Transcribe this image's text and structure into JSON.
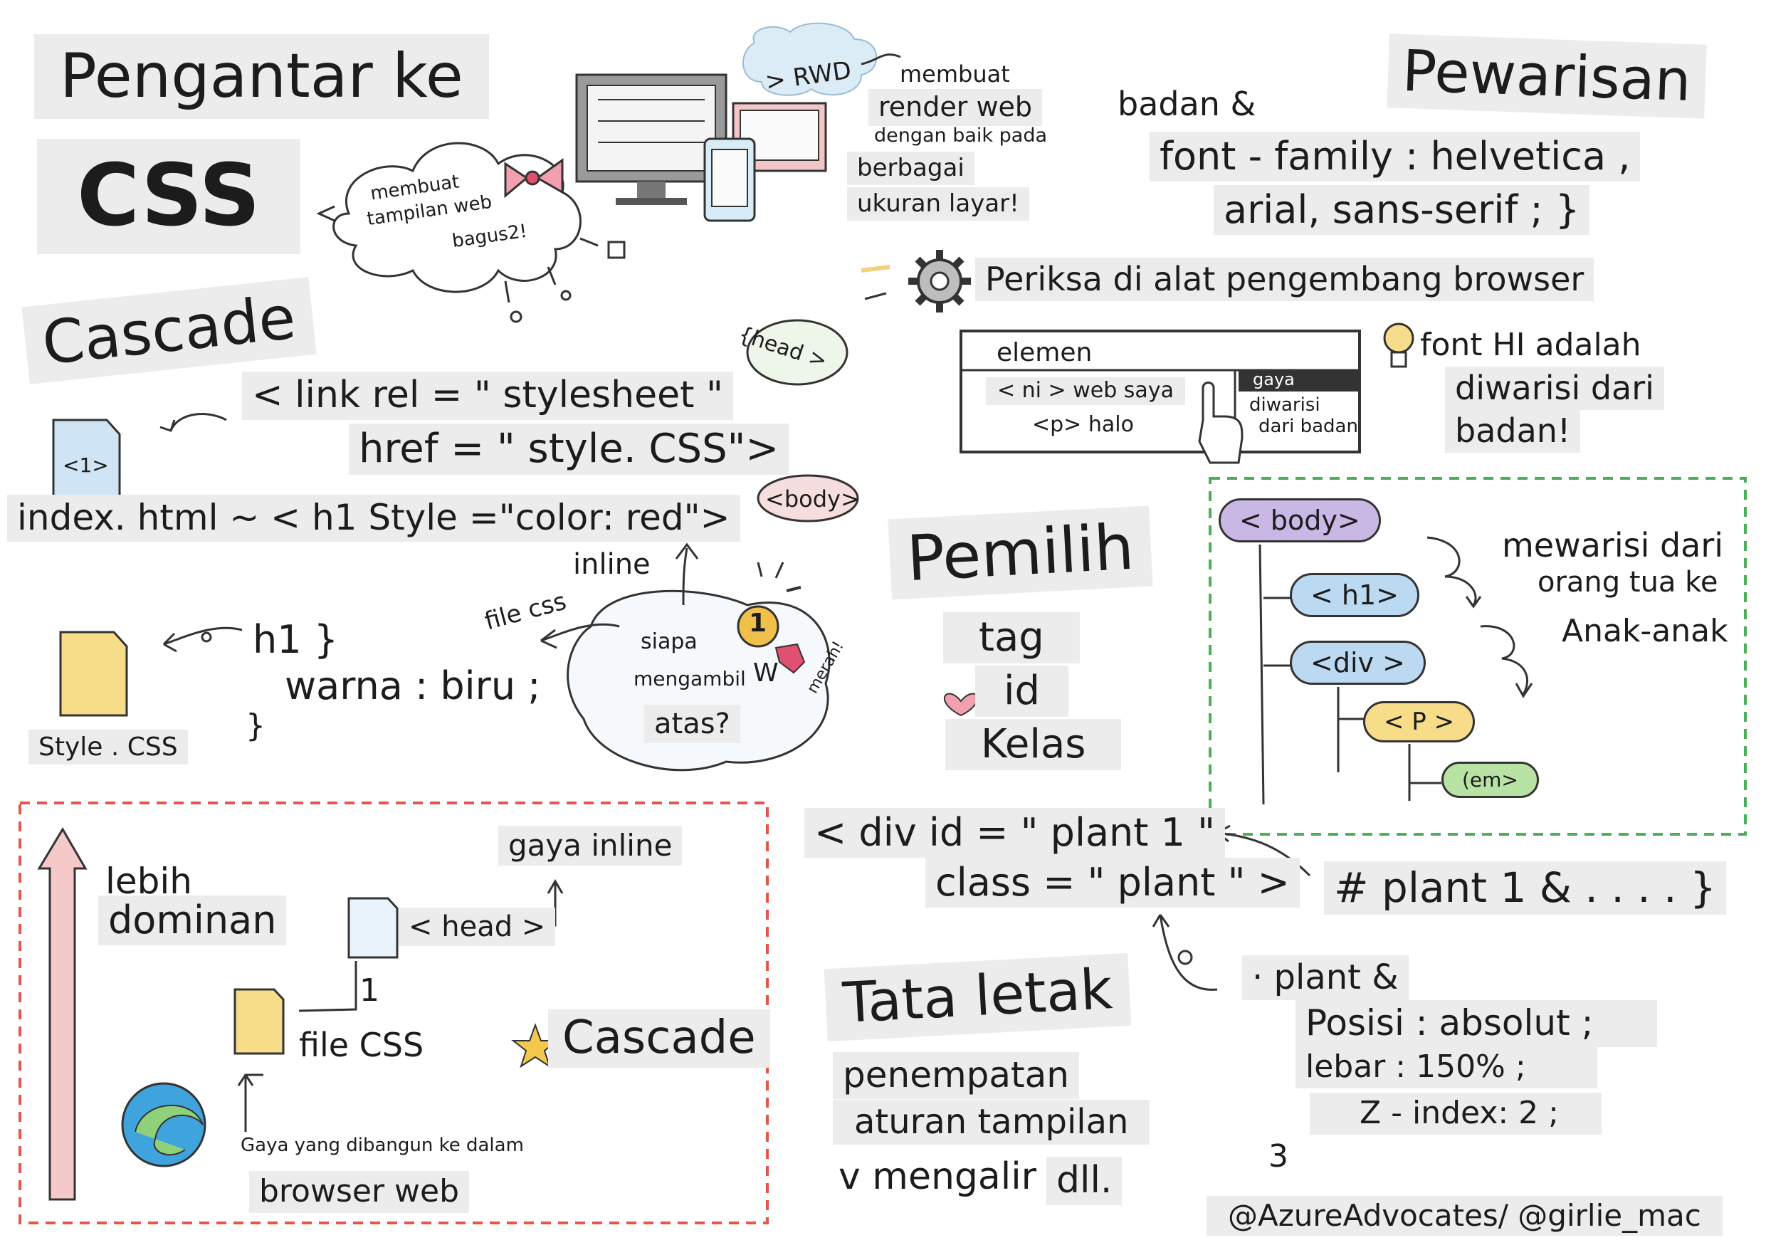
{
  "intro": {
    "line1": "Pengantar ke",
    "line2": "CSS"
  },
  "cloud": {
    "text1": "membuat",
    "text2": "tampilan web",
    "text3": "bagus2!"
  },
  "rwd": {
    "label": "> RWD",
    "desc1": "membuat",
    "desc2": "render web",
    "desc3": "dengan baik pada",
    "desc4": "berbagai",
    "desc5": "ukuran layar!"
  },
  "cascade_section": {
    "title": "Cascade",
    "link_line1": "< link rel = \" stylesheet \"",
    "link_line2": "href = \" style. CSS\">",
    "head_bubble": "{head >",
    "h1_file_label": "<1>",
    "inline_line": "index. html ~ < h1 Style =\"color: red\">",
    "body_bubble": "<body>",
    "inline_label": "inline",
    "file_css_label": "file css",
    "css_rule_1": "h1 }",
    "css_rule_2": "warna : biru ;",
    "css_rule_3": "}",
    "style_css_label": "Style . CSS",
    "bubble_1": "siapa",
    "bubble_2": "mengambil",
    "bubble_3": "atas?",
    "medal_number": "1",
    "medal_letter": "W",
    "merah_label": "merah!"
  },
  "priority_box": {
    "lebih": "lebih",
    "dominan": "dominan",
    "gaya_inline": "gaya inline",
    "head_label": "< head >",
    "number_1": "1",
    "file_css": "file CSS",
    "cascade": "Cascade",
    "builtin": "Gaya yang dibangun ke dalam",
    "browser_web": "browser web"
  },
  "inheritance": {
    "title": "Pewarisan",
    "body_line": "badan &",
    "font_line1": "font - family : helvetica ,",
    "font_line2": "arial, sans-serif ; }",
    "devtools": "Periksa di alat pengembang browser",
    "panel_elemen": "elemen",
    "panel_ni": "< ni > web saya",
    "panel_p": "<p> halo",
    "panel_gaya": "gaya",
    "panel_diwarisi": "diwarisi",
    "panel_dari_badan": "dari badan",
    "font_note1": "font HI adalah",
    "font_note2": "diwarisi dari",
    "font_note3": "badan!"
  },
  "tree": {
    "body": "< body>",
    "h1": "< h1>",
    "div": "<div >",
    "p": "< P >",
    "em": "(em>",
    "note1": "mewarisi dari",
    "note2": "orang tua ke",
    "note3": "Anak-anak"
  },
  "selectors": {
    "title": "Pemilih",
    "tag": "tag",
    "id": "id",
    "kelas": "Kelas",
    "div_line1": "< div id = \" plant 1 \"",
    "div_line2": "class = \" plant \" >",
    "id_rule": "# plant 1 & . . . . }",
    "class_rule1": "· plant &",
    "class_rule2": "Posisi : absolut ;",
    "class_rule3": "lebar : 150% ;",
    "class_rule4": "Z - index: 2 ;",
    "class_rule5": "3"
  },
  "layout": {
    "title": "Tata letak",
    "item1": "penempatan",
    "item2": "aturan tampilan",
    "item3": "v mengalir",
    "item4": "dll."
  },
  "credit": "@AzureAdvocates/ @girlie_mac",
  "colors": {
    "red_dashed": "#e8564a",
    "green_dashed": "#4cae5a",
    "purple": "#c9b8e6",
    "blue": "#bcd9f2",
    "yellow": "#f7dc8a",
    "green": "#b9e3a4",
    "pink": "#f3b6c1"
  }
}
